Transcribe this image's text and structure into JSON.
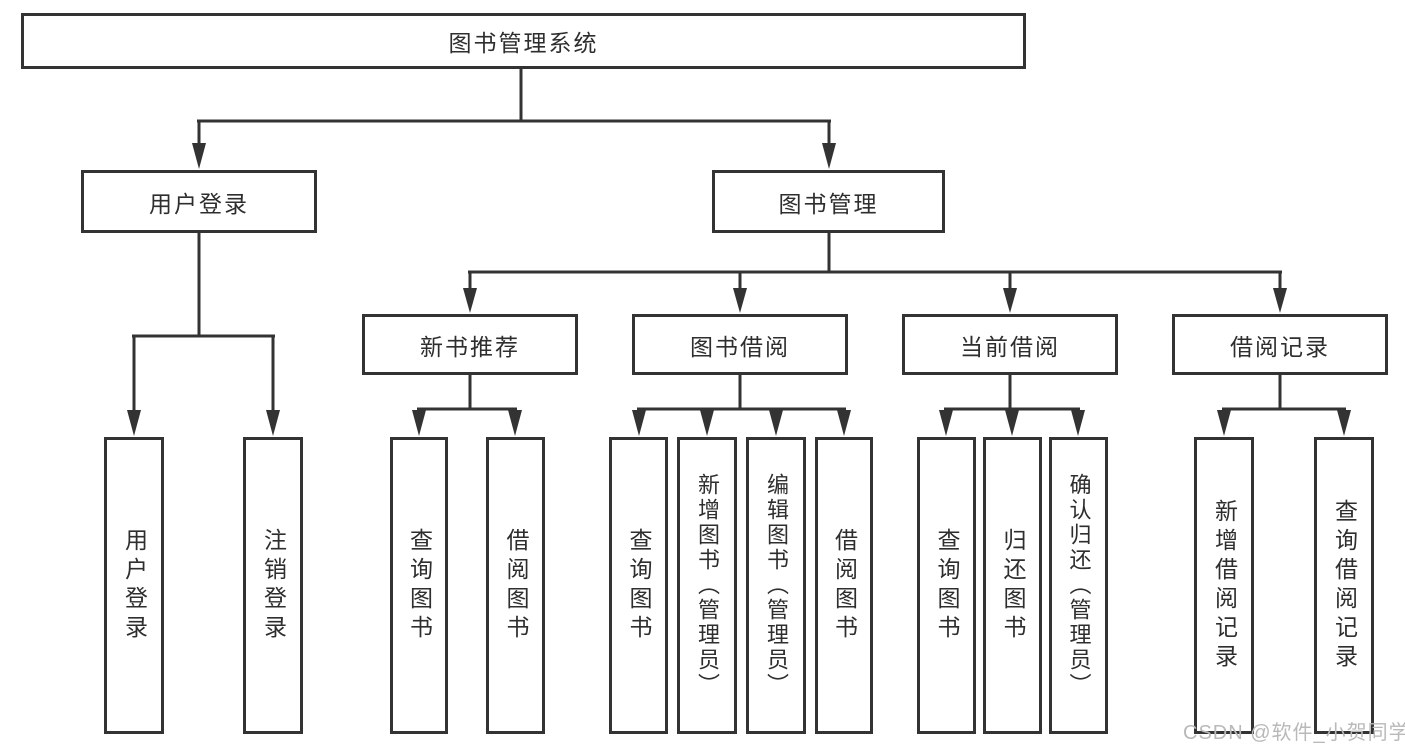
{
  "root": {
    "label": "图书管理系统"
  },
  "branches": {
    "user": {
      "label": "用户登录",
      "leaves": [
        "用户登录",
        "注销登录"
      ]
    },
    "book": {
      "label": "图书管理",
      "groups": [
        {
          "label": "新书推荐",
          "leaves": [
            "查询图书",
            "借阅图书"
          ]
        },
        {
          "label": "图书借阅",
          "leaves": [
            "查询图书",
            "新增图书（管理员）",
            "编辑图书（管理员）",
            "借阅图书"
          ]
        },
        {
          "label": "当前借阅",
          "leaves": [
            "查询图书",
            "归还图书",
            "确认归还（管理员）"
          ]
        },
        {
          "label": "借阅记录",
          "leaves": [
            "新增借阅记录",
            "查询借阅记录"
          ]
        }
      ]
    }
  },
  "watermark": "CSDN @软件_小贺同学",
  "colors": {
    "line": "#333333",
    "text": "#2e2e2e",
    "watermark": "#b9b9b9",
    "background": "#ffffff"
  }
}
